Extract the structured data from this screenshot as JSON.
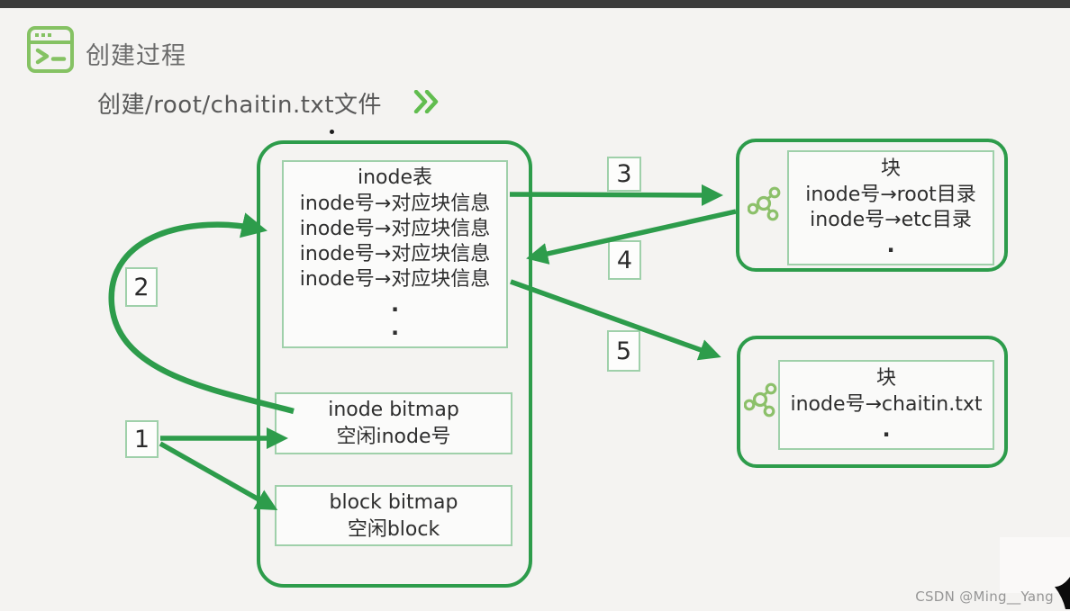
{
  "colors": {
    "accent_green": "#2d9c4b",
    "icon_green": "#85c263",
    "box_border_green": "#9fd0aa",
    "topbar": "#3b3b3b",
    "background": "#f4f3f1"
  },
  "header": {
    "title": "创建过程",
    "subtitle": "创建/root/chaitin.txt文件"
  },
  "diagram": {
    "inode_table": {
      "title": "inode表",
      "rows": [
        "inode号→对应块信息",
        "inode号→对应块信息",
        "inode号→对应块信息",
        "inode号→对应块信息"
      ],
      "dots": [
        ".",
        "."
      ]
    },
    "inode_bitmap": {
      "lines": [
        "inode bitmap",
        "空闲inode号"
      ]
    },
    "block_bitmap": {
      "lines": [
        "block bitmap",
        "空闲block"
      ]
    },
    "steps": [
      "1",
      "2",
      "3",
      "4",
      "5"
    ],
    "block_root": {
      "title": "块",
      "rows": [
        "inode号→root目录",
        "inode号→etc目录"
      ],
      "dot": "."
    },
    "block_chaitin": {
      "title": "块",
      "rows": [
        "inode号→chaitin.txt"
      ],
      "dot": "."
    }
  },
  "watermark": {
    "text": "CSDN @Ming__Yang"
  }
}
